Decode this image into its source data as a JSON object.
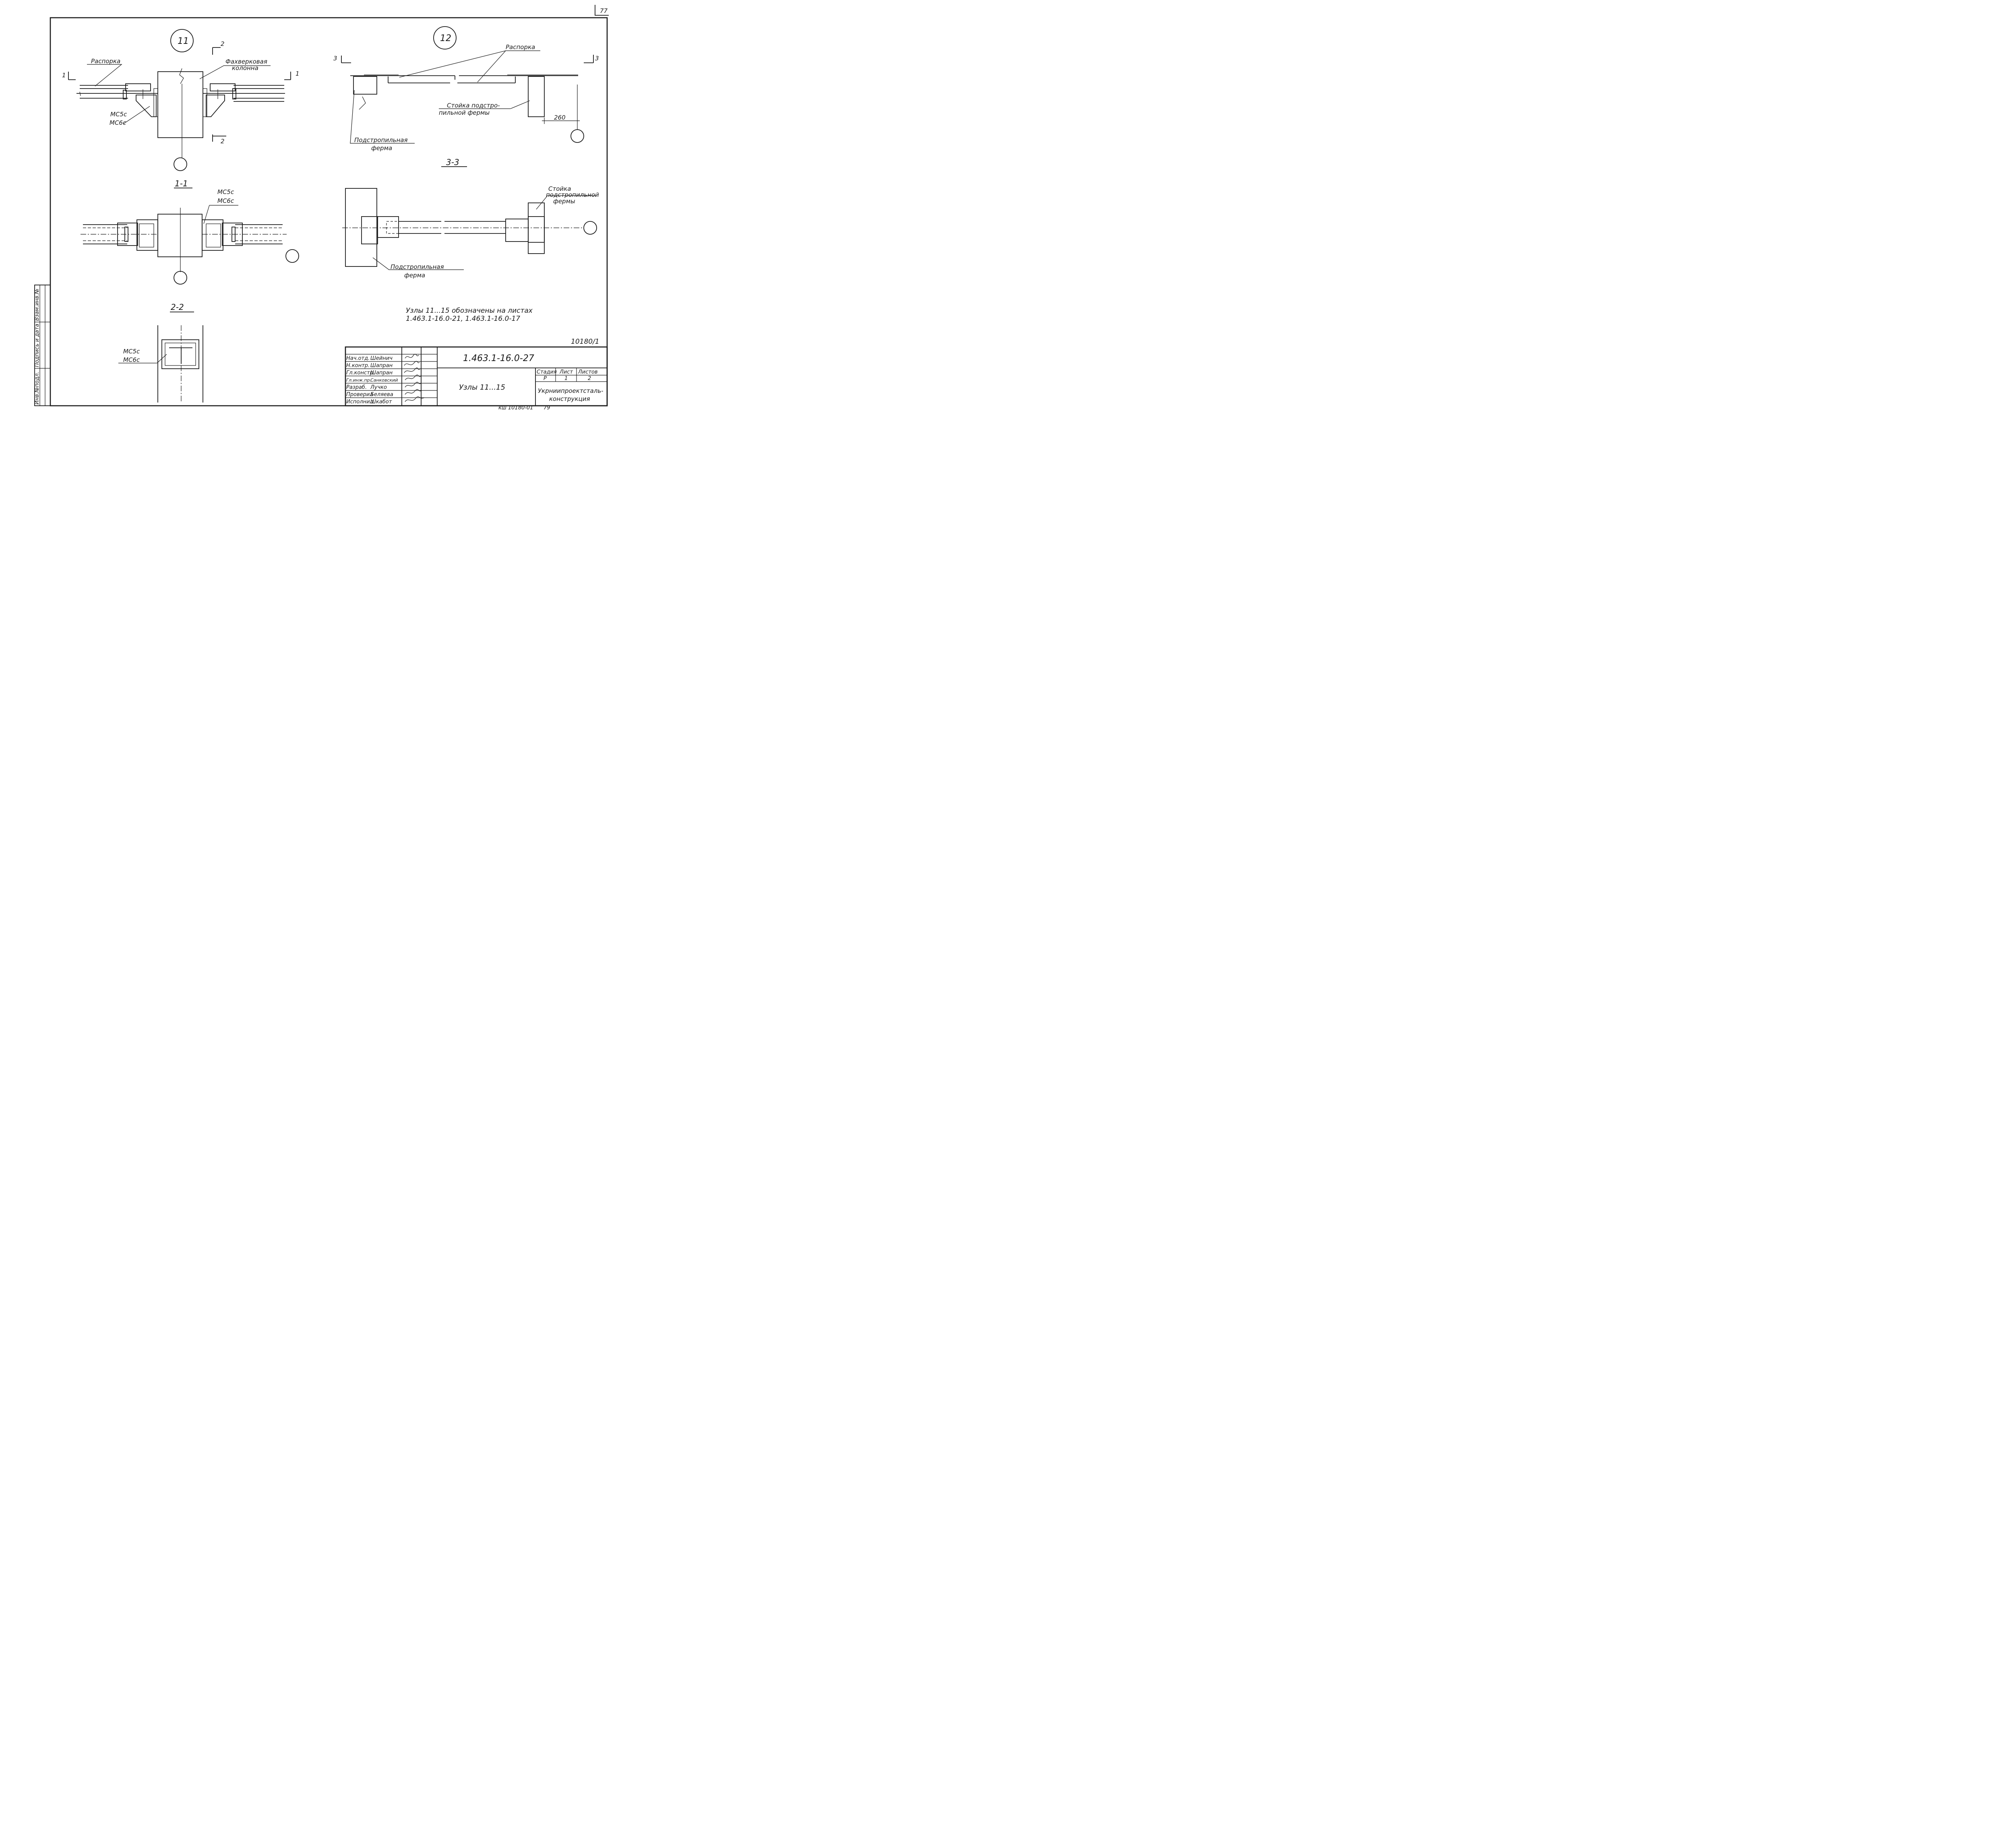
{
  "sheet": {
    "page_number": "77",
    "archive_code": "10180/1",
    "bottom_code": "кш 10180-01",
    "bottom_year": "79"
  },
  "node11": {
    "marker": "11",
    "label_strut": "Распорка",
    "label_column": [
      "Фахверковая",
      "колонна"
    ],
    "label_mc": [
      "МС5с",
      "МС6с"
    ],
    "cut1": "1",
    "cut2": "2"
  },
  "node12": {
    "marker": "12",
    "label_strut": "Распорка",
    "label_post": [
      "Стойка подстро-",
      "пильной фермы"
    ],
    "label_truss": [
      "Подстропильная",
      "ферма"
    ],
    "dimension": "260",
    "cut3": "3"
  },
  "section11": {
    "title": "1-1",
    "label_mc": [
      "МС5с",
      "МС6с"
    ]
  },
  "section22": {
    "title": "2-2",
    "label_mc": [
      "МС5с",
      "МС6с"
    ]
  },
  "section33": {
    "title": "3-3",
    "label_post": [
      "Стойка",
      "подстропильной",
      "фермы"
    ],
    "label_truss": [
      "Подстропильная",
      "ферма"
    ]
  },
  "note": {
    "line1": "Узлы 11...15 обозначены на листах",
    "line2": "1.463.1-16.0-21, 1.463.1-16.0-17"
  },
  "side_stamp": {
    "col1": "Инв.№подл.",
    "col2": "Подпись и дата",
    "col3": "Взам.инв.№"
  },
  "title_block": {
    "designation": "1.463.1-16.0-27",
    "title": "Узлы 11...15",
    "org": [
      "Укрниипроектсталь-",
      "конструкция"
    ],
    "stage_header": "Стадия",
    "sheet_header": "Лист",
    "sheets_header": "Листов",
    "stage": "Р",
    "sheet": "1",
    "sheets": "2",
    "roles": [
      {
        "role": "Нач.отд.",
        "name": "Шейнич"
      },
      {
        "role": "Н.контр.",
        "name": "Шапран"
      },
      {
        "role": "Гл.констр.",
        "name": "Шапран"
      },
      {
        "role": "Гл.инж.пр.",
        "name": "Санковский"
      },
      {
        "role": "Разраб.",
        "name": "Лучко"
      },
      {
        "role": "Проверил",
        "name": "Беляева"
      },
      {
        "role": "Исполнил",
        "name": "Шкабот"
      }
    ]
  }
}
